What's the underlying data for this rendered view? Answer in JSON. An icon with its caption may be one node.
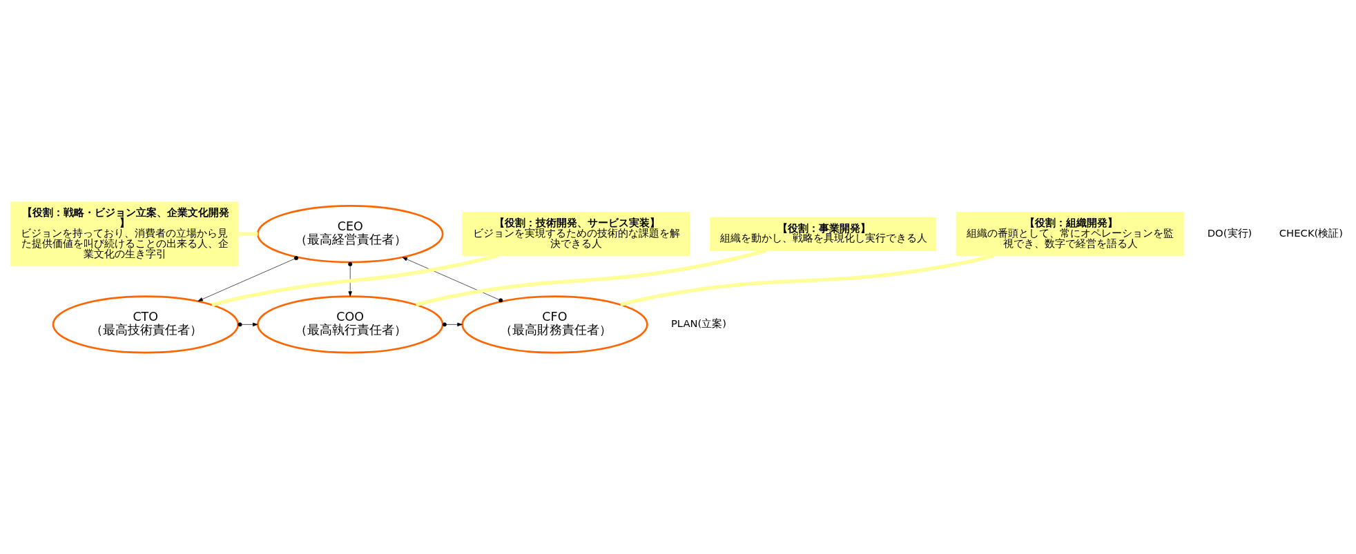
{
  "diagram": {
    "nodes": [
      {
        "text": [
          "【役割：戦略・ビジョン立案、企業文化開発】",
          "ビジョンを持っており、消費者の立場から見た提供価値を叫び続けることの出来る人、企業文化の生き字引"
        ]
      },
      {
        "text": [
          "CEO",
          "（最高経営責任者）"
        ]
      },
      {
        "text": [
          "CTO",
          "（最高技術責任者）"
        ]
      },
      {
        "text": [
          "COO",
          "（最高執行責任者）"
        ]
      },
      {
        "text": [
          "CFO",
          "（最高財務責任者）"
        ]
      },
      {
        "text": [
          "【役割：技術開発、サービス実装】",
          "ビジョンを実現するための技術的な課題を解決できる人"
        ]
      },
      {
        "text": [
          "【役割：事業開発】",
          "組織を動かし、戦略を具現化し実行できる人"
        ]
      },
      {
        "text": [
          "【役割：組織開発】",
          "組織の番頭として、常にオペレーションを監視でき、数字で経営を語る人"
        ]
      }
    ],
    "edges": [
      {
        "from": 1,
        "to": 2,
        "arrow": "to"
      },
      {
        "from": 1,
        "to": 3,
        "arrow": "to"
      },
      {
        "from": 4,
        "to": 1,
        "arrow": "to"
      },
      {
        "from": 2,
        "to": 3,
        "arrow": "to"
      },
      {
        "from": 3,
        "to": 4,
        "arrow": "to"
      },
      {
        "from": 0,
        "to": 1,
        "arrow": "none",
        "style": "thick",
        "color": "#ffff99"
      },
      {
        "from": 5,
        "to": 2,
        "arrow": "none",
        "style": "thick",
        "color": "#ffff99"
      },
      {
        "from": 6,
        "to": 3,
        "arrow": "none",
        "style": "thick",
        "color": "#ffff99"
      },
      {
        "from": 7,
        "to": 4,
        "arrow": "none",
        "style": "thick",
        "color": "#ffff99"
      }
    ],
    "labels": [
      "PLAN(立案)",
      "DO(実行)",
      "CHECK(検証)"
    ]
  }
}
